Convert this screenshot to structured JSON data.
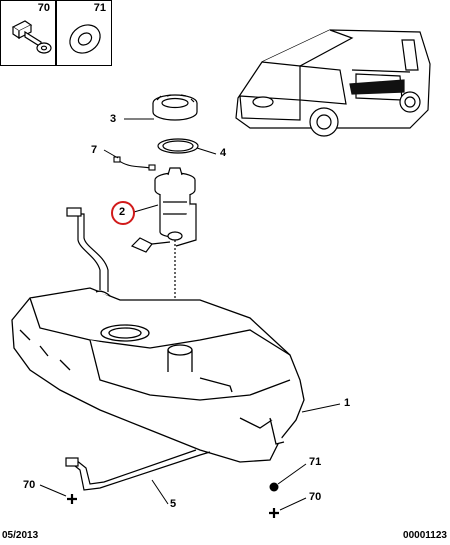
{
  "insets": {
    "bolt_part": "70",
    "washer_part": "71"
  },
  "callouts": {
    "c1": "1",
    "c2": "2",
    "c3": "3",
    "c4": "4",
    "c5": "5",
    "c7": "7",
    "c70a": "70",
    "c70b": "70",
    "c71": "71"
  },
  "footer": {
    "date": "05/2013",
    "ref": "00001123"
  },
  "colors": {
    "highlight_ring": "#d11a1a",
    "line": "#000000"
  }
}
